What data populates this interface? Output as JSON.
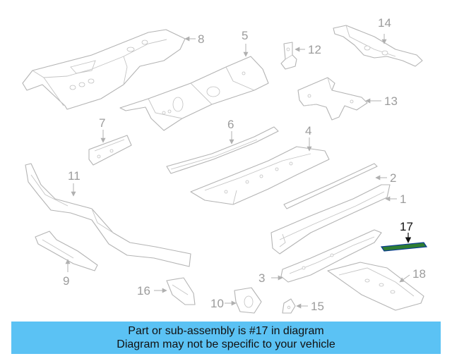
{
  "callouts": {
    "c1": "1",
    "c2": "2",
    "c3": "3",
    "c4": "4",
    "c5": "5",
    "c6": "6",
    "c7": "7",
    "c8": "8",
    "c9": "9",
    "c10": "10",
    "c11": "11",
    "c12": "12",
    "c13": "13",
    "c14": "14",
    "c15": "15",
    "c16": "16",
    "c17": "17",
    "c18": "18"
  },
  "highlight": {
    "part_number": "17",
    "color": "#2e7d32",
    "outline_color": "#0a3d8f"
  },
  "banner": {
    "line1": "Part or sub-assembly is #17 in diagram",
    "line2": "Diagram may not be specific to your vehicle",
    "background": "#5bc2f4"
  }
}
